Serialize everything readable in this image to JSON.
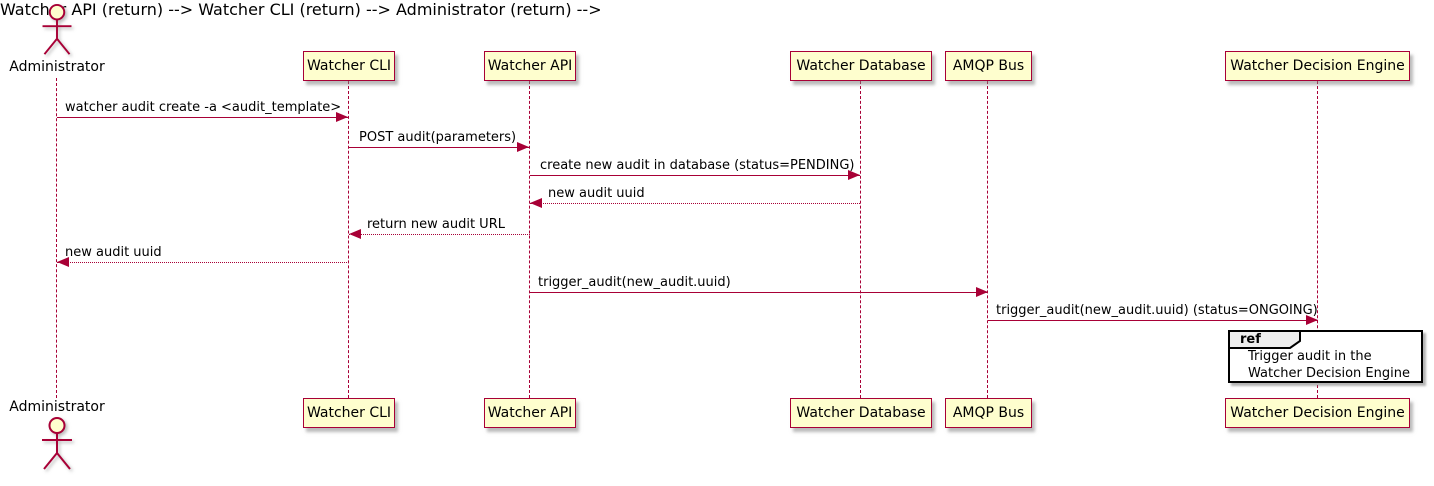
{
  "diagram": {
    "type": "sequence",
    "style": "plantuml",
    "colors": {
      "participant_fill": "#FEFECE",
      "line_and_border": "#A80036",
      "ref_header_fill": "#EEEEEE",
      "ref_border": "#000000",
      "text": "#000000",
      "background": "#FFFFFF"
    },
    "actor": {
      "name": "Administrator"
    },
    "participants": [
      {
        "label": "Watcher CLI"
      },
      {
        "label": "Watcher API"
      },
      {
        "label": "Watcher Database"
      },
      {
        "label": "AMQP Bus"
      },
      {
        "label": "Watcher Decision Engine"
      }
    ],
    "messages": [
      {
        "label": "watcher audit create -a <audit_template>",
        "from": "Administrator",
        "to": "Watcher CLI",
        "line": "solid"
      },
      {
        "label": "POST audit(parameters)",
        "from": "Watcher CLI",
        "to": "Watcher API",
        "line": "solid"
      },
      {
        "label": "create new audit in database (status=PENDING)",
        "from": "Watcher API",
        "to": "Watcher Database",
        "line": "solid"
      },
      {
        "label": "new audit uuid",
        "from": "Watcher Database",
        "to": "Watcher API",
        "line": "dotted"
      },
      {
        "label": "return new audit URL",
        "from": "Watcher API",
        "to": "Watcher CLI",
        "line": "dotted"
      },
      {
        "label": "new audit uuid",
        "from": "Watcher CLI",
        "to": "Administrator",
        "line": "dotted"
      },
      {
        "label": "trigger_audit(new_audit.uuid)",
        "from": "Watcher API",
        "to": "AMQP Bus",
        "line": "solid"
      },
      {
        "label": "trigger_audit(new_audit.uuid) (status=ONGOING)",
        "from": "AMQP Bus",
        "to": "Watcher Decision Engine",
        "line": "solid"
      }
    ],
    "ref": {
      "keyword": "ref",
      "line1": "Trigger audit in the",
      "line2": "Watcher Decision Engine"
    }
  }
}
